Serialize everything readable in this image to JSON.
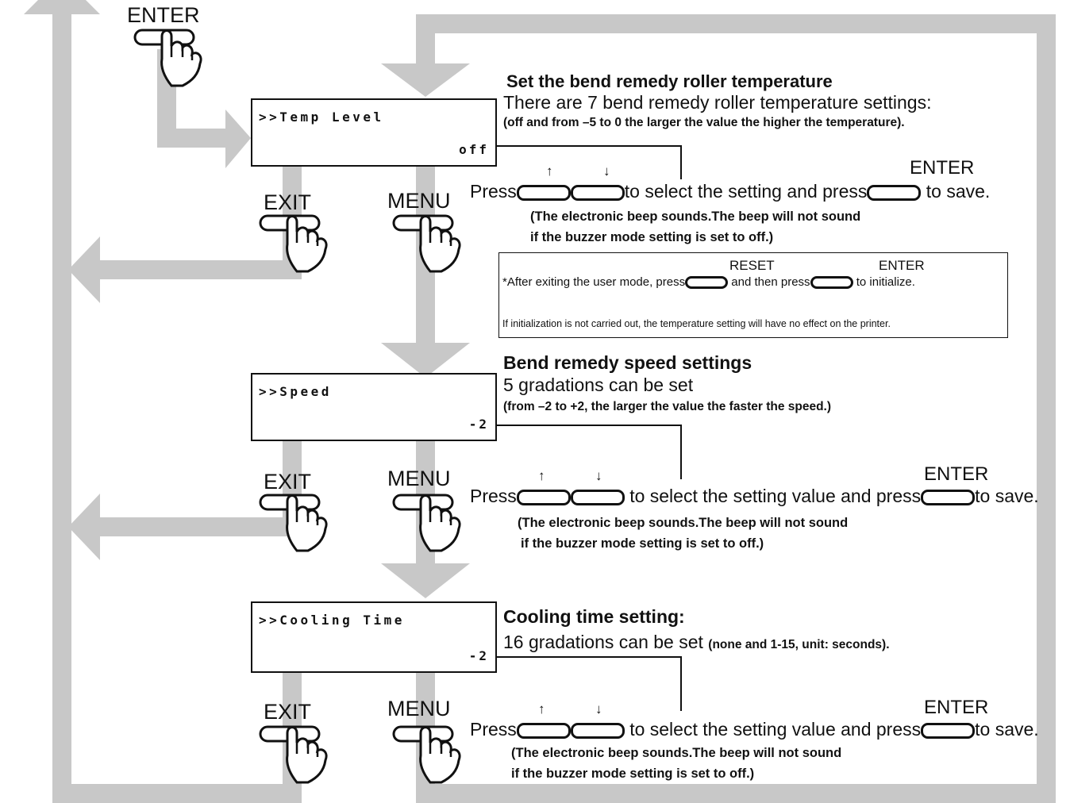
{
  "colors": {
    "flow": "#c8c8c8",
    "line": "#111111"
  },
  "lcd": [
    {
      "line1": ">>Temp Level",
      "line2": "off"
    },
    {
      "line1": ">>Speed",
      "line2": "-2"
    },
    {
      "line1": ">>Cooling Time",
      "line2": "-2"
    }
  ],
  "buttons": {
    "enter": "ENTER",
    "exit": "EXIT",
    "menu": "MENU",
    "reset": "RESET",
    "up_arrow": "↑",
    "down_arrow": "↓"
  },
  "sections": [
    {
      "title": "Set the bend remedy roller temperature",
      "desc": "There are 7 bend remedy roller temperature settings:",
      "sub": "(off and from –5 to 0 the larger the value the higher the temperature).",
      "press": "Press",
      "mid": "to select the setting and press",
      "end": "to save.",
      "note1": "(The electronic beep sounds.The beep will not sound",
      "note2": "if the buzzer mode setting is set to off.)"
    },
    {
      "title": "Bend remedy speed settings",
      "desc": "5 gradations can be set",
      "sub": "(from –2 to +2, the larger the value the faster the speed.)",
      "press": "Press",
      "mid": "to select the setting value and press",
      "end": "to save.",
      "note1": "(The electronic beep sounds.The beep will not sound",
      "note2": "if the buzzer mode setting is set to off.)"
    },
    {
      "title": "Cooling time setting:",
      "desc": "16 gradations can be set",
      "sub": "(none and 1-15, unit: seconds).",
      "press": "Press",
      "mid": "to select the setting value and press",
      "end": "to save.",
      "note1": "(The electronic beep sounds.The beep will not sound",
      "note2": "if the buzzer mode setting is set to off.)"
    }
  ],
  "info_box": {
    "line1_a": "*After exiting the user mode, press",
    "line1_b": "and then press",
    "line1_c": "to initialize.",
    "line2": "If initialization is not carried out, the temperature setting will have no effect on the printer."
  }
}
